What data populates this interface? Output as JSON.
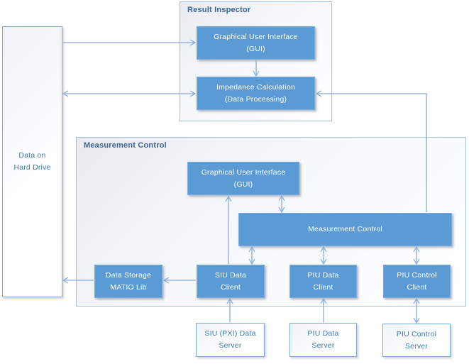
{
  "colors": {
    "node_fill": "#5B9BD5",
    "node_border": "#7FACDE",
    "node_text": "#FFFFFF",
    "plain_node_text": "#4377B0",
    "plain_node_border": "#7FA9D9",
    "container_border": "#A6C0DC",
    "title_text": "#3A659B",
    "connector": "#87A9D6"
  },
  "containers": {
    "result_inspector": {
      "title": "Result Inspector"
    },
    "measurement_control": {
      "title": "Measurement Control"
    }
  },
  "nodes": {
    "data_on_hard_drive": {
      "line1": "Data on",
      "line2": "Hard Drive"
    },
    "ri_gui": {
      "line1": "Graphical User Interface",
      "line2": "(GUI)"
    },
    "impedance_calc": {
      "line1": "Impedance Calculation",
      "line2": "(Data Processing)"
    },
    "mc_gui": {
      "line1": "Graphical User Interface",
      "line2": "(GUI)"
    },
    "measurement_control_box": {
      "line1": "Measurement Control",
      "line2": ""
    },
    "data_storage": {
      "line1": "Data Storage",
      "line2": "MATIO Lib"
    },
    "siu_data_client": {
      "line1": "SIU Data",
      "line2": "Client"
    },
    "piu_data_client": {
      "line1": "PIU Data",
      "line2": "Client"
    },
    "piu_control_client": {
      "line1": "PIU Control",
      "line2": "Client"
    },
    "siu_data_server": {
      "line1": "SIU (PXI) Data",
      "line2": "Server"
    },
    "piu_data_server": {
      "line1": "PIU Data",
      "line2": "Server"
    },
    "piu_control_server": {
      "line1": "PIU Control",
      "line2": "Server"
    }
  }
}
